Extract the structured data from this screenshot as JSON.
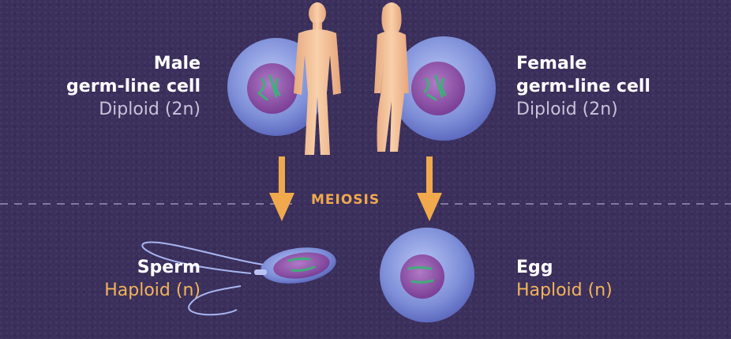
{
  "labels": {
    "male_title_1": "Male",
    "male_title_2": "germ-line cell",
    "male_ploidy": "Diploid (2n)",
    "female_title_1": "Female",
    "female_title_2": "germ-line cell",
    "female_ploidy": "Diploid (2n)",
    "meiosis": "MEIOSIS",
    "sperm_title": "Sperm",
    "sperm_ploidy": "Haploid (n)",
    "egg_title": "Egg",
    "egg_ploidy": "Haploid (n)"
  },
  "colors": {
    "background": "#3b2f5c",
    "cell_outer": "#7e8fd8",
    "nucleus": "#8a4da6",
    "chromosome": "#3fae7a",
    "arrow": "#f0a94c",
    "skin": "#f5c39a",
    "haploid_label": "#f3b458"
  },
  "icons": [
    "male-figure-icon",
    "female-figure-icon",
    "down-arrow-icon"
  ]
}
